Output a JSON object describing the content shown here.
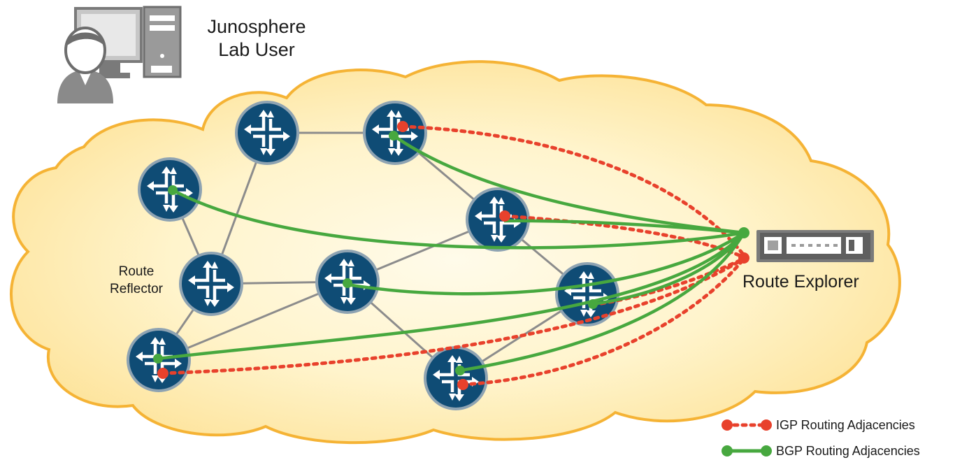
{
  "labels": {
    "lab_user_line1": "Junosphere",
    "lab_user_line2": "Lab User",
    "route_reflector_line1": "Route",
    "route_reflector_line2": "Reflector",
    "route_explorer": "Route Explorer"
  },
  "legend": {
    "igp": "IGP Routing Adjacencies",
    "bgp": "BGP Routing Adjacencies"
  },
  "colors": {
    "cloud_fill_center": "#fffbe8",
    "cloud_fill_edge": "#fde7a3",
    "cloud_stroke": "#f5b335",
    "router_fill": "#0f4c75",
    "router_stroke": "#8ea3b2",
    "physical_link": "#8c8c8c",
    "igp": "#e8412c",
    "bgp": "#47a83f",
    "device_gray": "#7a7a7a"
  }
}
